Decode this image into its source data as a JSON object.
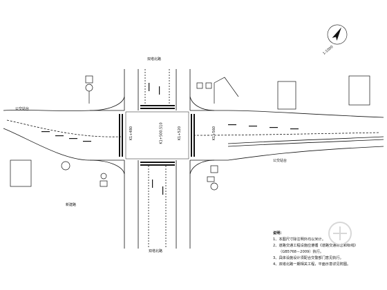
{
  "labels": {
    "road_north": "双塔北路",
    "road_south": "双塔北路",
    "road_west_upper": "公交站台",
    "road_east_lower": "公交站台",
    "branch_road": "新建路",
    "scale": "1:1000",
    "stake_1": "K1+480",
    "stake_2": "K1+500.510",
    "stake_3": "K1+520",
    "stake_4": "K1+560"
  },
  "notes": {
    "title": "说明：",
    "item1": "1、本图尺寸除注明外均以米计。",
    "item2": "2、道路交通工程设施应遵循《道路交通标志和标线》",
    "item2b": "（GB5768－2009）执行。",
    "item3": "3、具体设施设计须配合交警部门意见执行。",
    "item4": "4、双塔北路一期相关工程，平面示意详见附图。"
  },
  "icons": {
    "north_arrow": "north-arrow-icon",
    "watermark": "tumuzaixian-watermark"
  }
}
